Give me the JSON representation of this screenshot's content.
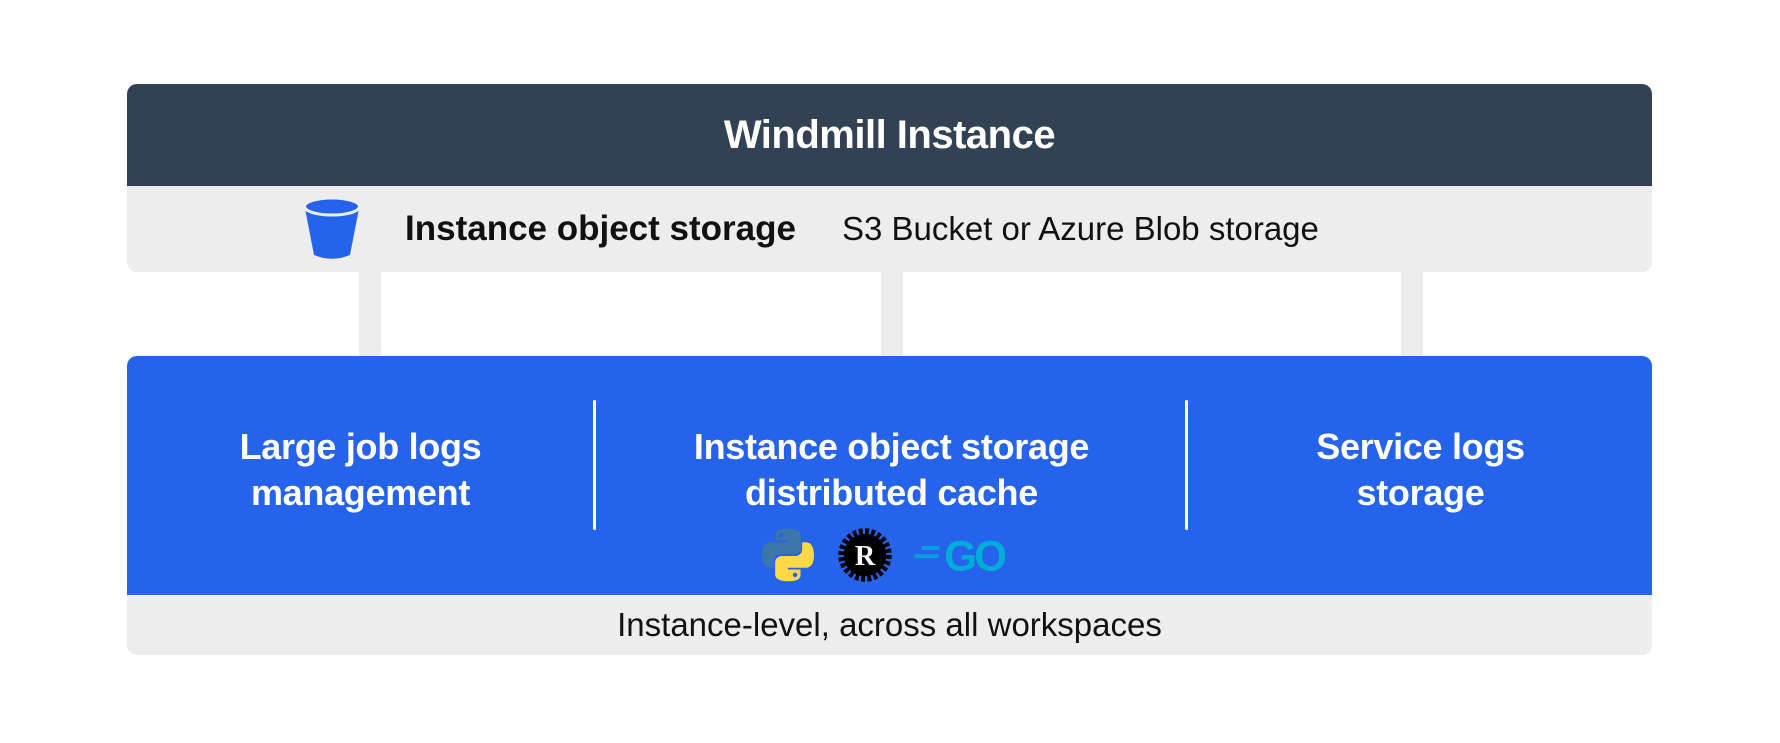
{
  "header": {
    "title": "Windmill Instance"
  },
  "object_storage_bar": {
    "icon": "bucket-icon",
    "title": "Instance object storage",
    "subtitle": "S3 Bucket or Azure Blob storage"
  },
  "features": [
    {
      "id": "large-job-logs",
      "title": "Large job logs\nmanagement"
    },
    {
      "id": "distributed-cache",
      "title": "Instance object storage\ndistributed cache",
      "languages": [
        "python",
        "rust",
        "go"
      ]
    },
    {
      "id": "service-logs",
      "title": "Service logs\nstorage"
    }
  ],
  "logos": {
    "rust_letter": "R",
    "go_label": "GO"
  },
  "footer": {
    "caption": "Instance-level, across all workspaces"
  },
  "colors": {
    "header_bg": "#334155",
    "accent_blue": "#2563eb",
    "bar_gray": "#ededee",
    "text_dark": "#111111",
    "python_blue": "#3d76a8",
    "python_yellow": "#ffd845",
    "rust_black": "#000000",
    "go_teal": "#00add8"
  }
}
